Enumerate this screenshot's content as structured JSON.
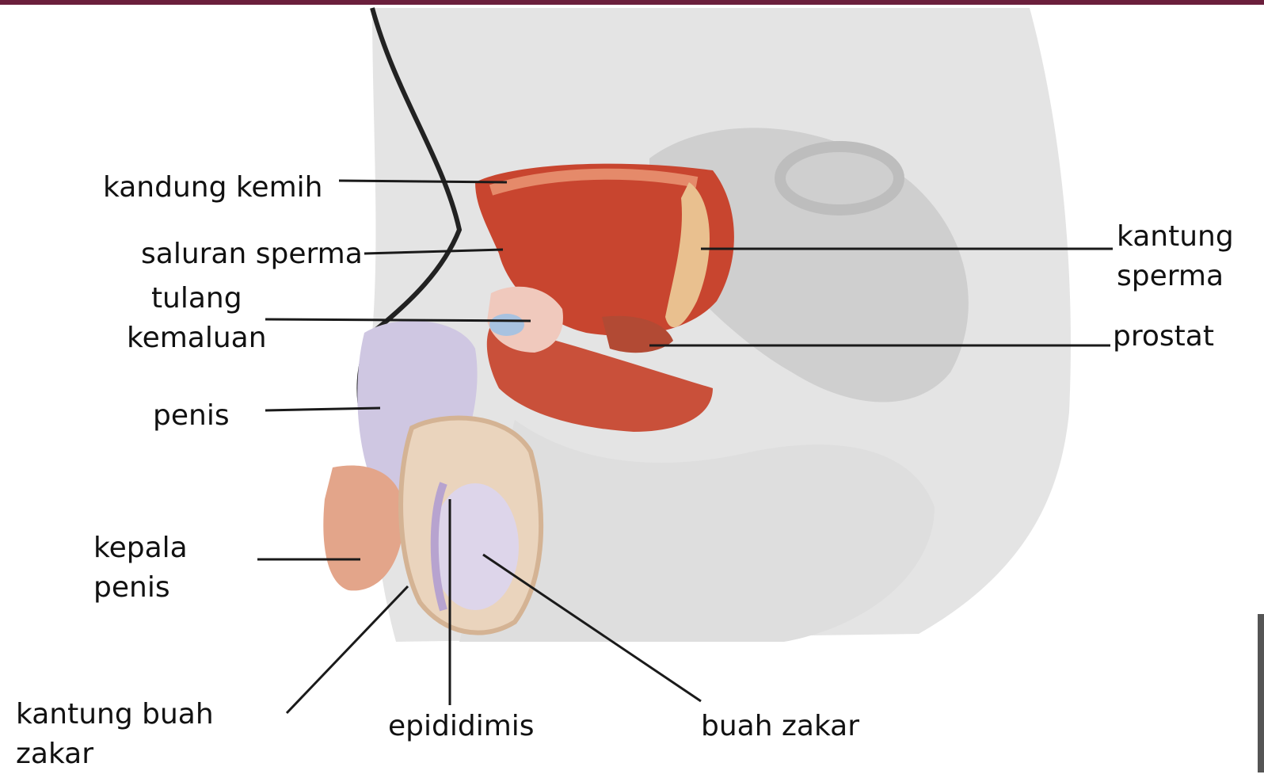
{
  "colors": {
    "top_bar": "#6b1f3c",
    "background": "#ffffff",
    "body_gray": "#d9d9d9",
    "muscle_red": "#c8452f",
    "muscle_light": "#e58a6a",
    "testis_lilac": "#d8d0e6",
    "skin": "#e9b49a",
    "leader_line": "#1a1a1a",
    "label_text": "#111111"
  },
  "labels": {
    "kandung_kemih": "kandung kemih",
    "saluran_sperma": "saluran sperma",
    "tulang_kemaluan": "tulang\nkemaluan",
    "penis": "penis",
    "kepala_penis": "kepala\npenis",
    "kantung_buah_zakar": "kantung buah\nzakar",
    "epididimis": "epididimis",
    "buah_zakar": "buah zakar",
    "kantung_sperma": "kantung\nsperma",
    "prostat": "prostat"
  }
}
